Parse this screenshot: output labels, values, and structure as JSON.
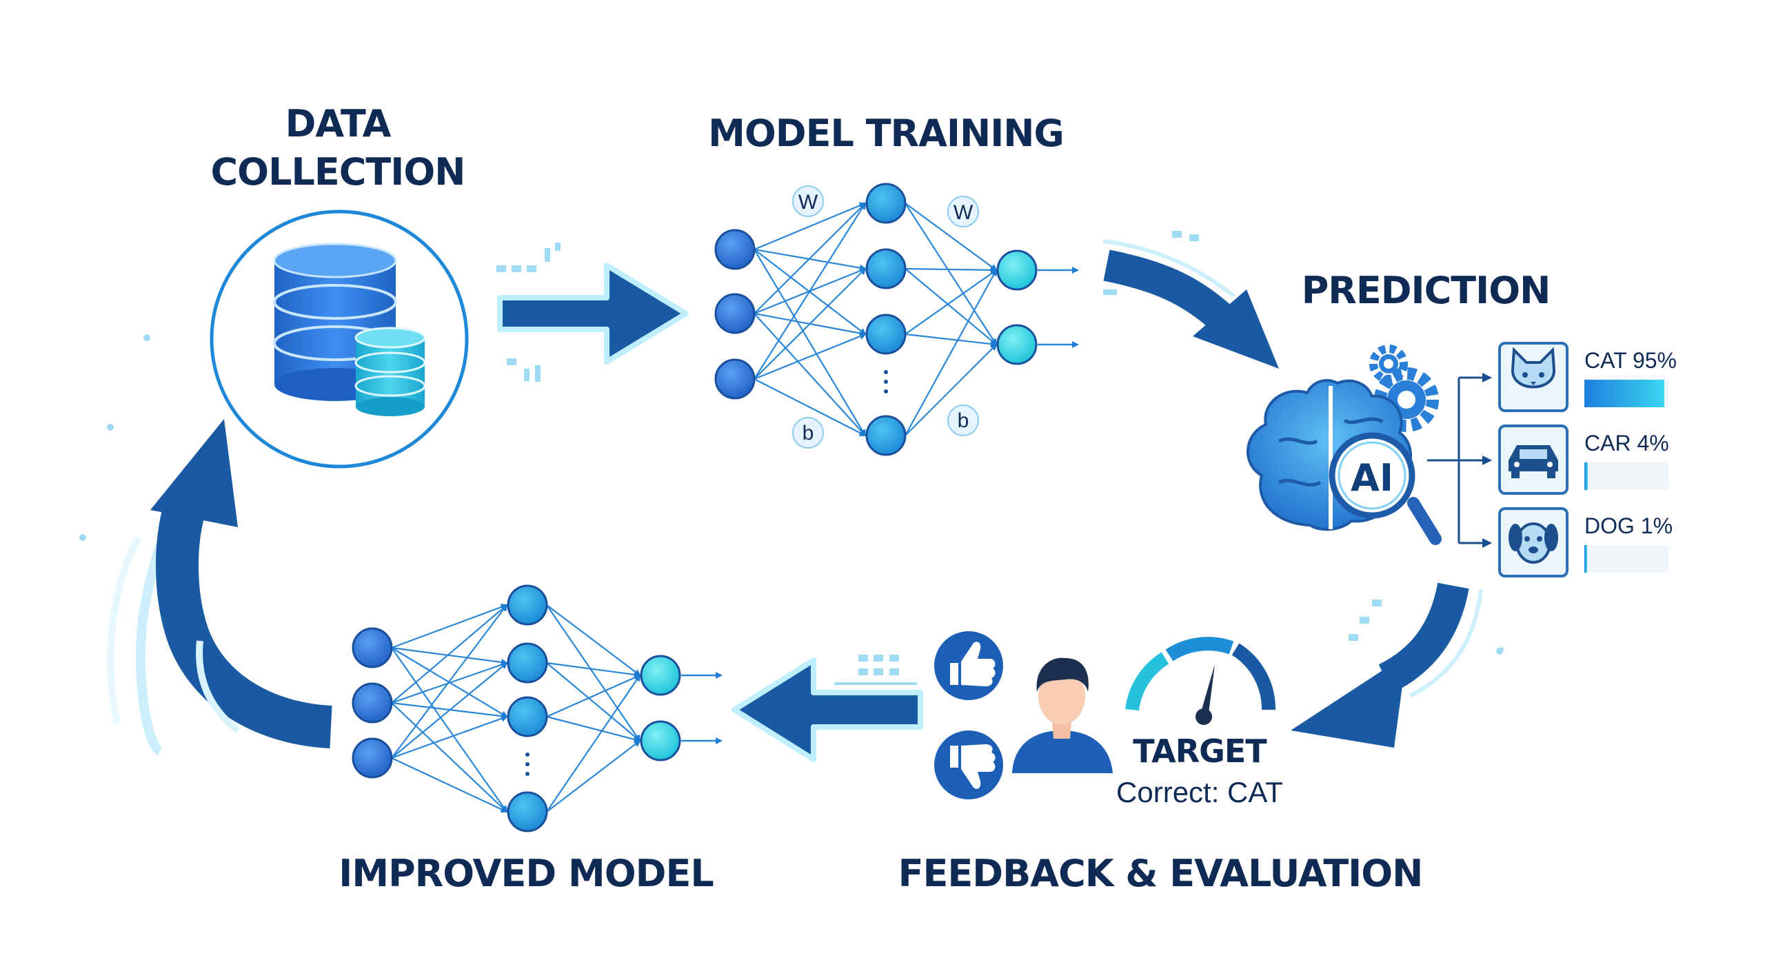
{
  "stages": {
    "data_collection": {
      "line1": "DATA",
      "line2": "COLLECTION"
    },
    "model_training": {
      "title": "MODEL TRAINING",
      "weight_label": "W",
      "bias_label": "b"
    },
    "prediction": {
      "title": "PREDICTION",
      "ai_label": "AI",
      "results": [
        {
          "label": "CAT 95%",
          "icon": "cat-icon",
          "value": 0.95
        },
        {
          "label": "CAR 4%",
          "icon": "car-icon",
          "value": 0.04
        },
        {
          "label": "DOG 1%",
          "icon": "dog-icon",
          "value": 0.01
        }
      ]
    },
    "feedback": {
      "title": "FEEDBACK & EVALUATION",
      "target_label": "TARGET",
      "correct_label": "Correct: CAT",
      "icons": [
        "thumbs-up-icon",
        "thumbs-down-icon",
        "person-icon",
        "gauge-icon"
      ]
    },
    "improved_model": {
      "title": "IMPROVED MODEL"
    }
  },
  "colors": {
    "navy": "#0f2a55",
    "arrow_blue": "#1a5aa3",
    "node_blue": "#2f7ee0",
    "node_light": "#30c8e8",
    "glow": "#9fe3f8"
  }
}
